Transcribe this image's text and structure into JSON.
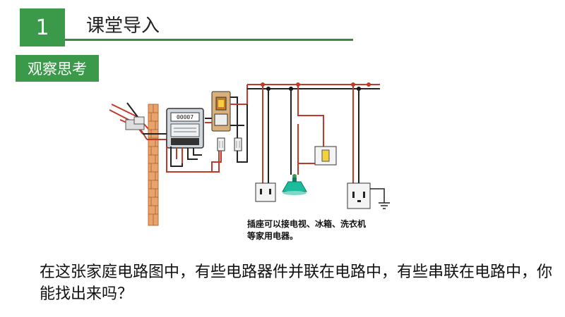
{
  "header": {
    "number": "1",
    "title": "课堂导入"
  },
  "tag": {
    "label": "观察思考"
  },
  "diagram": {
    "caption_line1": "插座可以接电视、冰箱、洗衣机",
    "caption_line2": "等家用电器。",
    "meter_display": "00007"
  },
  "question": {
    "text": "在这张家庭电路图中，有些电路器件并联在电路中，有些串联在电路中，你能找出来吗？"
  },
  "colors": {
    "accent": "#3a9a4a",
    "live_wire": "#c0392b",
    "neutral_wire": "#222222"
  }
}
